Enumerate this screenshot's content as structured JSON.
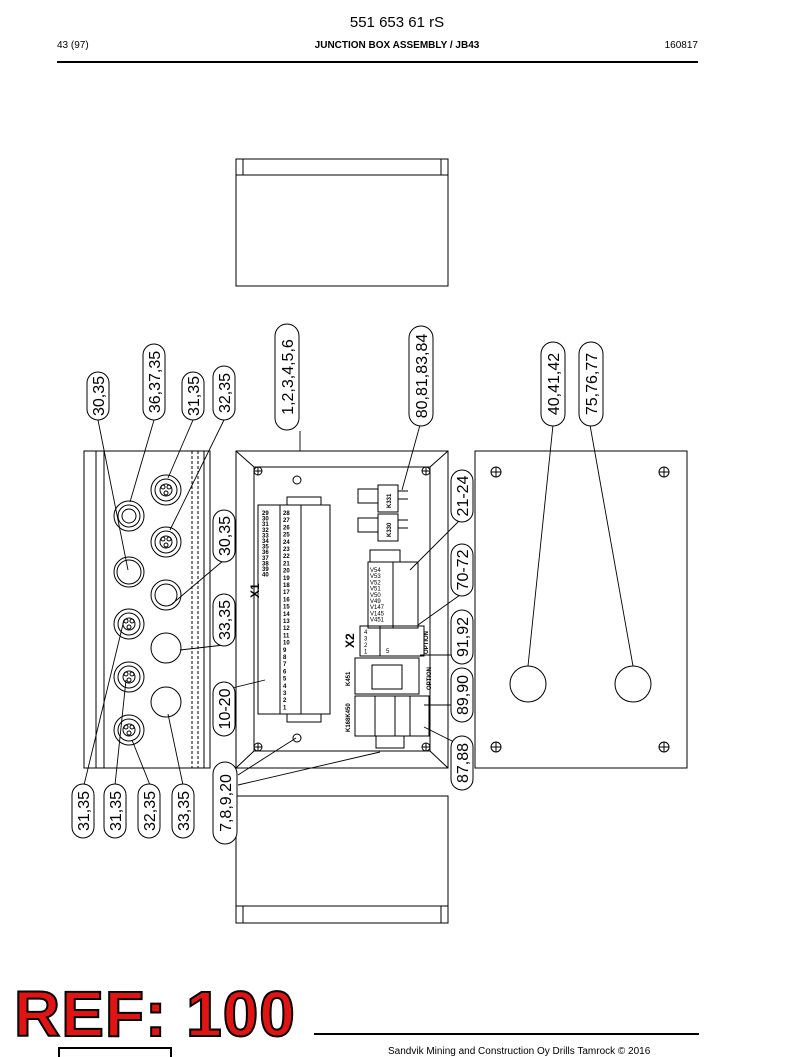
{
  "header": {
    "doc_number": "551 653 61 rS",
    "page": "43 (97)",
    "title": "JUNCTION BOX ASSEMBLY / JB43",
    "date": "160817"
  },
  "callouts": {
    "c_30_35_a": "30,35",
    "c_36_37_35": "36,37,35",
    "c_31_35_a": "31,35",
    "c_32_35_a": "32,35",
    "c_1_6": "1,2,3,4,5,6",
    "c_80_84": "80,81,83,84",
    "c_40_42": "40,41,42",
    "c_75_77": "75,76,77",
    "c_21_24": "21-24",
    "c_30_35_b": "30,35",
    "c_70_72": "70-72",
    "c_33_35_a": "33,35",
    "c_91_92": "91,92",
    "c_89_90": "89,90",
    "c_10_20": "10-20",
    "c_87_88": "87,88",
    "c_7_9_20": "7,8,9,20",
    "c_31_35_b": "31,35",
    "c_31_35_c": "31,35",
    "c_32_35_b": "32,35",
    "c_33_35_b": "33,35"
  },
  "labels": {
    "x1": "X1",
    "x2": "X2",
    "k331": "K331",
    "k330": "K330",
    "k451": "K451",
    "k168": "K168K450",
    "option_a": "OPTION",
    "option_b": "OPTION",
    "v_labels": [
      "V54",
      "V53",
      "V52",
      "V51",
      "V50",
      "V49",
      "V147",
      "V145",
      "V451"
    ],
    "x2_terms": [
      "4",
      "3",
      "2",
      "1"
    ],
    "x2_term5": "5",
    "x1_left": [
      "29",
      "30",
      "31",
      "32",
      "33",
      "34",
      "35",
      "36",
      "37",
      "38",
      "39",
      "40"
    ],
    "x1_right": [
      "28",
      "27",
      "26",
      "25",
      "24",
      "23",
      "22",
      "21",
      "20",
      "19",
      "18",
      "17",
      "16",
      "15",
      "14",
      "13",
      "12",
      "11",
      "10",
      "9",
      "8",
      "7",
      "6",
      "5",
      "4",
      "3",
      "2",
      "1"
    ]
  },
  "stamp": "REF: 100",
  "footer": "Sandvik Mining and Construction Oy Drills Tamrock © 2016"
}
